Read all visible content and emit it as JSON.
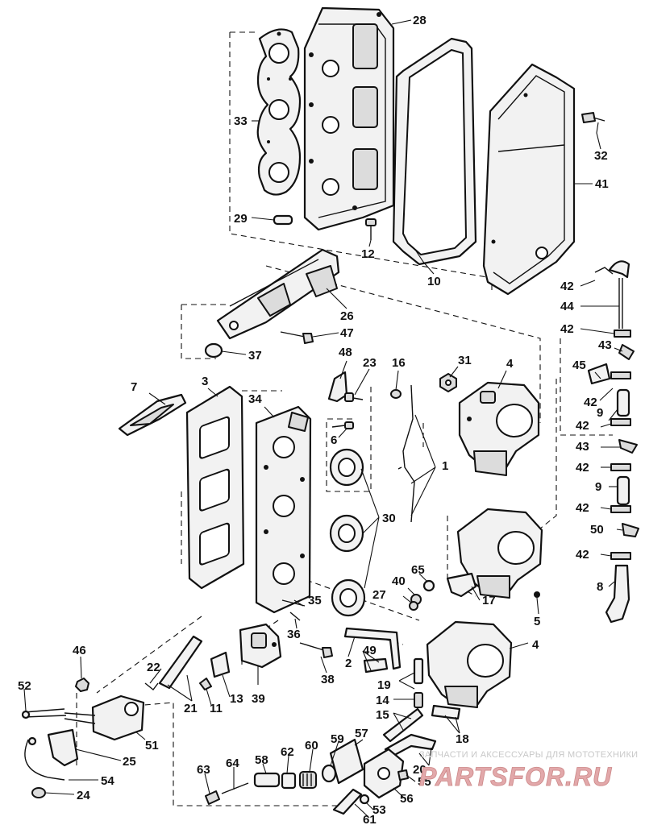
{
  "diagram": {
    "labels": [
      {
        "id": "28",
        "text": "28"
      },
      {
        "id": "33",
        "text": "33"
      },
      {
        "id": "32",
        "text": "32"
      },
      {
        "id": "41",
        "text": "41"
      },
      {
        "id": "29",
        "text": "29"
      },
      {
        "id": "12",
        "text": "12"
      },
      {
        "id": "10",
        "text": "10"
      },
      {
        "id": "42a",
        "text": "42"
      },
      {
        "id": "44",
        "text": "44"
      },
      {
        "id": "26",
        "text": "26"
      },
      {
        "id": "47",
        "text": "47"
      },
      {
        "id": "42b",
        "text": "42"
      },
      {
        "id": "43a",
        "text": "43"
      },
      {
        "id": "37",
        "text": "37"
      },
      {
        "id": "48",
        "text": "48"
      },
      {
        "id": "23",
        "text": "23"
      },
      {
        "id": "16",
        "text": "16"
      },
      {
        "id": "31",
        "text": "31"
      },
      {
        "id": "4a",
        "text": "4"
      },
      {
        "id": "45",
        "text": "45"
      },
      {
        "id": "42c",
        "text": "42"
      },
      {
        "id": "7",
        "text": "7"
      },
      {
        "id": "3",
        "text": "3"
      },
      {
        "id": "34",
        "text": "34"
      },
      {
        "id": "9a",
        "text": "9"
      },
      {
        "id": "42d",
        "text": "42"
      },
      {
        "id": "6",
        "text": "6"
      },
      {
        "id": "43b",
        "text": "43"
      },
      {
        "id": "1",
        "text": "1"
      },
      {
        "id": "42e",
        "text": "42"
      },
      {
        "id": "9b",
        "text": "9"
      },
      {
        "id": "30",
        "text": "30"
      },
      {
        "id": "42f",
        "text": "42"
      },
      {
        "id": "50",
        "text": "50"
      },
      {
        "id": "42g",
        "text": "42"
      },
      {
        "id": "65",
        "text": "65"
      },
      {
        "id": "40",
        "text": "40"
      },
      {
        "id": "27",
        "text": "27"
      },
      {
        "id": "17",
        "text": "17"
      },
      {
        "id": "8",
        "text": "8"
      },
      {
        "id": "35",
        "text": "35"
      },
      {
        "id": "5",
        "text": "5"
      },
      {
        "id": "36",
        "text": "36"
      },
      {
        "id": "4b",
        "text": "4"
      },
      {
        "id": "46",
        "text": "46"
      },
      {
        "id": "49",
        "text": "49"
      },
      {
        "id": "22",
        "text": "22"
      },
      {
        "id": "2",
        "text": "2"
      },
      {
        "id": "38",
        "text": "38"
      },
      {
        "id": "52",
        "text": "52"
      },
      {
        "id": "19",
        "text": "19"
      },
      {
        "id": "21",
        "text": "21"
      },
      {
        "id": "11",
        "text": "11"
      },
      {
        "id": "13",
        "text": "13"
      },
      {
        "id": "39",
        "text": "39"
      },
      {
        "id": "14",
        "text": "14"
      },
      {
        "id": "15",
        "text": "15"
      },
      {
        "id": "18",
        "text": "18"
      },
      {
        "id": "51",
        "text": "51"
      },
      {
        "id": "57",
        "text": "57"
      },
      {
        "id": "20",
        "text": "20"
      },
      {
        "id": "59",
        "text": "59"
      },
      {
        "id": "60",
        "text": "60"
      },
      {
        "id": "62",
        "text": "62"
      },
      {
        "id": "58",
        "text": "58"
      },
      {
        "id": "64",
        "text": "64"
      },
      {
        "id": "63",
        "text": "63"
      },
      {
        "id": "25",
        "text": "25"
      },
      {
        "id": "54",
        "text": "54"
      },
      {
        "id": "55",
        "text": "55"
      },
      {
        "id": "24",
        "text": "24"
      },
      {
        "id": "56",
        "text": "56"
      },
      {
        "id": "53",
        "text": "53"
      },
      {
        "id": "61",
        "text": "61"
      }
    ]
  },
  "watermark": {
    "tagline": "ЗАПЧАСТИ И АКСЕССУАРЫ ДЛЯ МОТОТЕХНИКИ",
    "logo_text": "PARTSFOR.RU"
  }
}
